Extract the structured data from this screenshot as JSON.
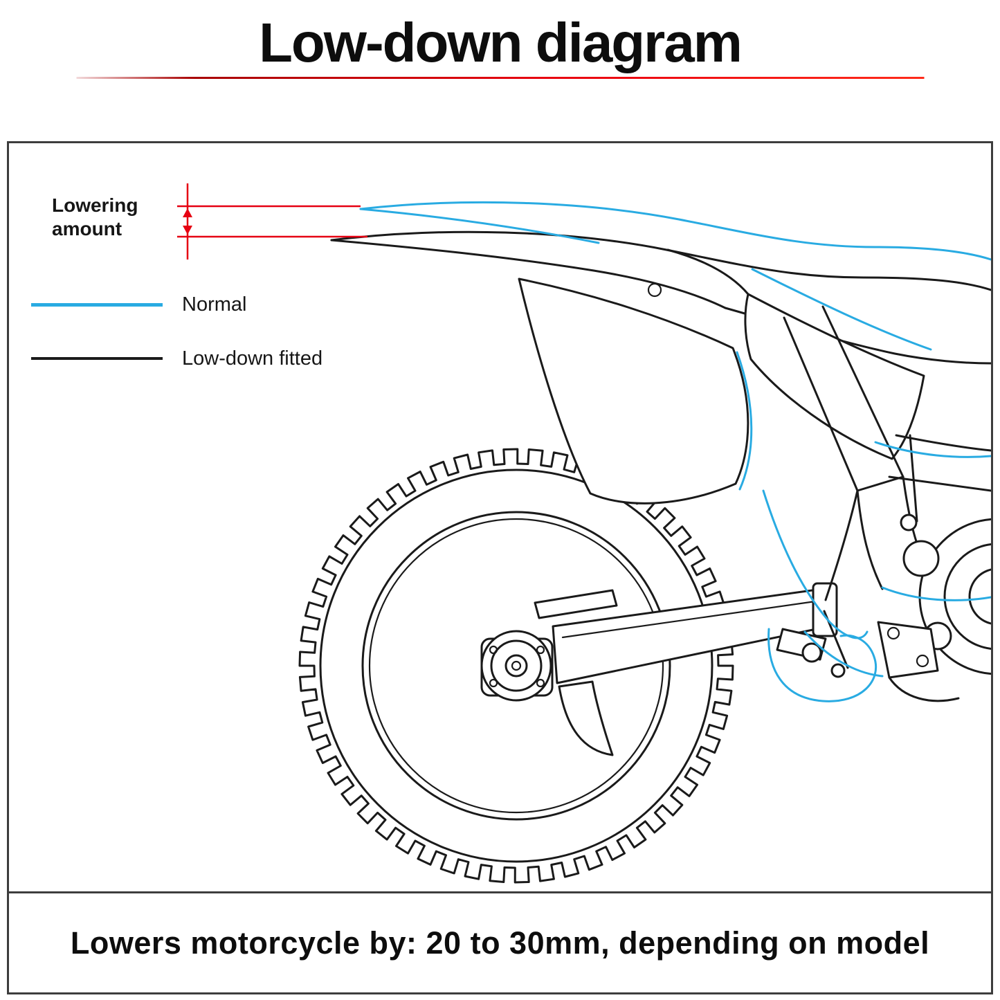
{
  "title": "Low-down diagram",
  "dimension": {
    "label_line1": "Lowering",
    "label_line2": "amount"
  },
  "legend": [
    {
      "label": "Normal",
      "color": "#29abe2"
    },
    {
      "label": "Low-down fitted",
      "color": "#1a1a1a"
    }
  ],
  "caption": "Lowers motorcycle by: 20 to 30mm, depending on model",
  "colors": {
    "accent_red": "#e60012",
    "normal_blue": "#29abe2",
    "line_black": "#1a1a1a",
    "border_gray": "#3d3d3d"
  }
}
